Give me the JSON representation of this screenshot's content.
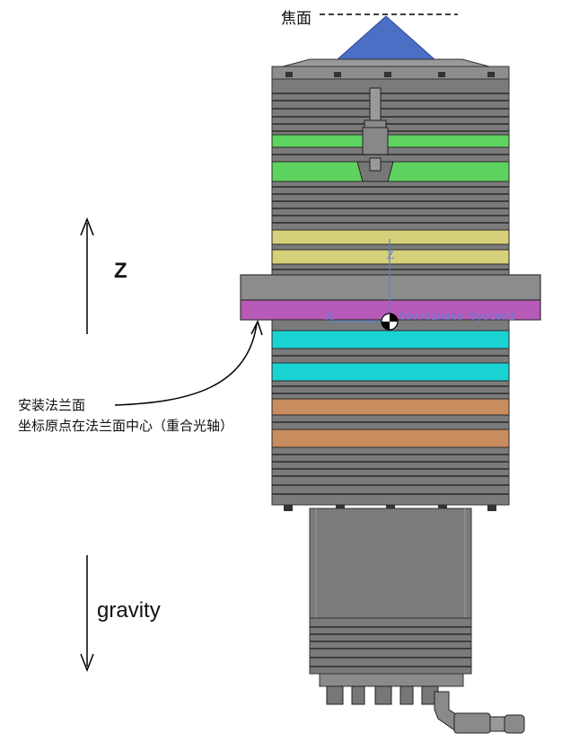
{
  "labels": {
    "focal_plane": "焦面",
    "z_axis": "Z",
    "gravity": "gravity",
    "flange_line1": "安装法兰面",
    "flange_line2": "坐标原点在法兰面中心（重合光轴）",
    "coord_x": "X",
    "coord_z": "Z",
    "coord_system": "Coordinate System1"
  },
  "colors": {
    "body_gray": "#7b7b7b",
    "band_green": "#5fd35f",
    "band_yellow": "#d6d07a",
    "band_magenta": "#b85bb8",
    "band_cyan": "#19d3d3",
    "band_orange": "#c88c5f",
    "cone_blue": "#4a6fc4",
    "axis_blue": "#5a7fd8"
  }
}
